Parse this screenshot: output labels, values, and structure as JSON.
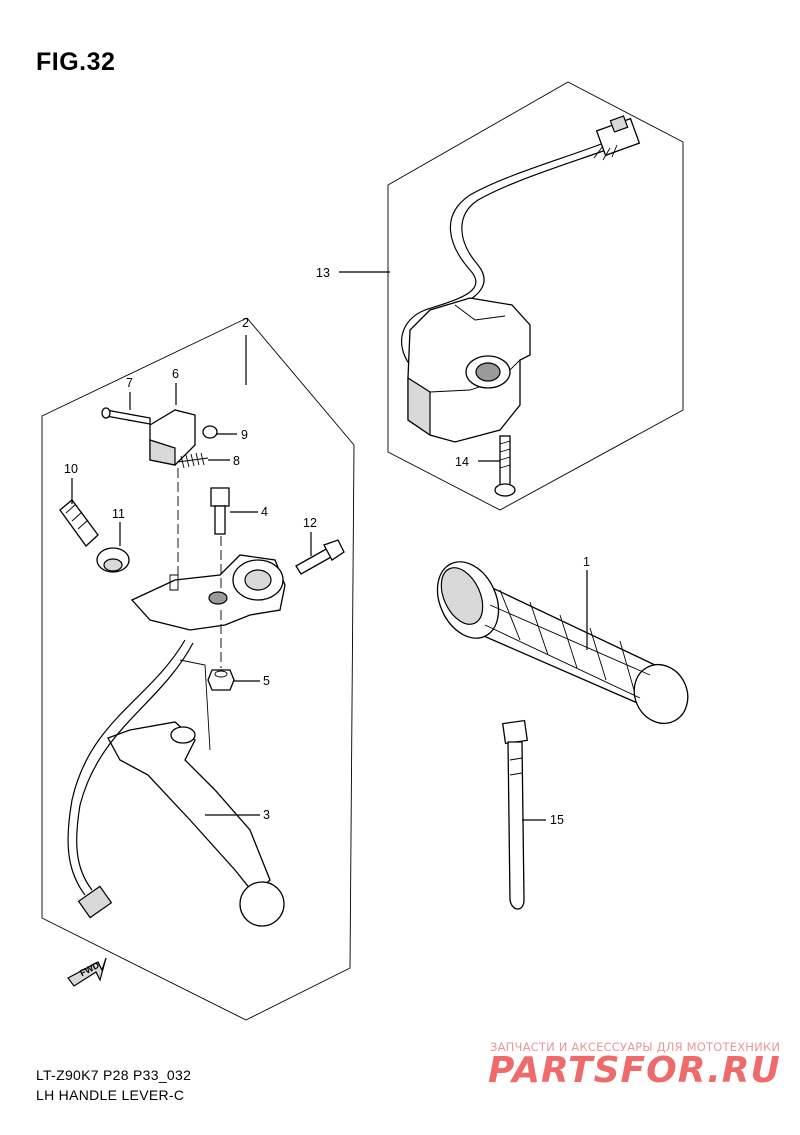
{
  "figure": {
    "title": "FIG.32",
    "model_code": "LT-Z90K7 P28 P33_032",
    "caption": "LH HANDLE LEVER-C"
  },
  "callouts": [
    {
      "id": "c1",
      "label": "1"
    },
    {
      "id": "c2",
      "label": "2"
    },
    {
      "id": "c3",
      "label": "3"
    },
    {
      "id": "c4",
      "label": "4"
    },
    {
      "id": "c5",
      "label": "5"
    },
    {
      "id": "c6",
      "label": "6"
    },
    {
      "id": "c7",
      "label": "7"
    },
    {
      "id": "c8",
      "label": "8"
    },
    {
      "id": "c9",
      "label": "9"
    },
    {
      "id": "c10",
      "label": "10"
    },
    {
      "id": "c11",
      "label": "11"
    },
    {
      "id": "c12",
      "label": "12"
    },
    {
      "id": "c13",
      "label": "13"
    },
    {
      "id": "c14",
      "label": "14"
    },
    {
      "id": "c15",
      "label": "15"
    }
  ],
  "direction_marker": {
    "label": "FWD"
  },
  "watermark": {
    "tagline": "ЗАПЧАСТИ И АКСЕССУАРЫ ДЛЯ МОТОТЕХНИКИ",
    "brand": "PARTSFOR.RU",
    "color": "#ef6b6b"
  }
}
